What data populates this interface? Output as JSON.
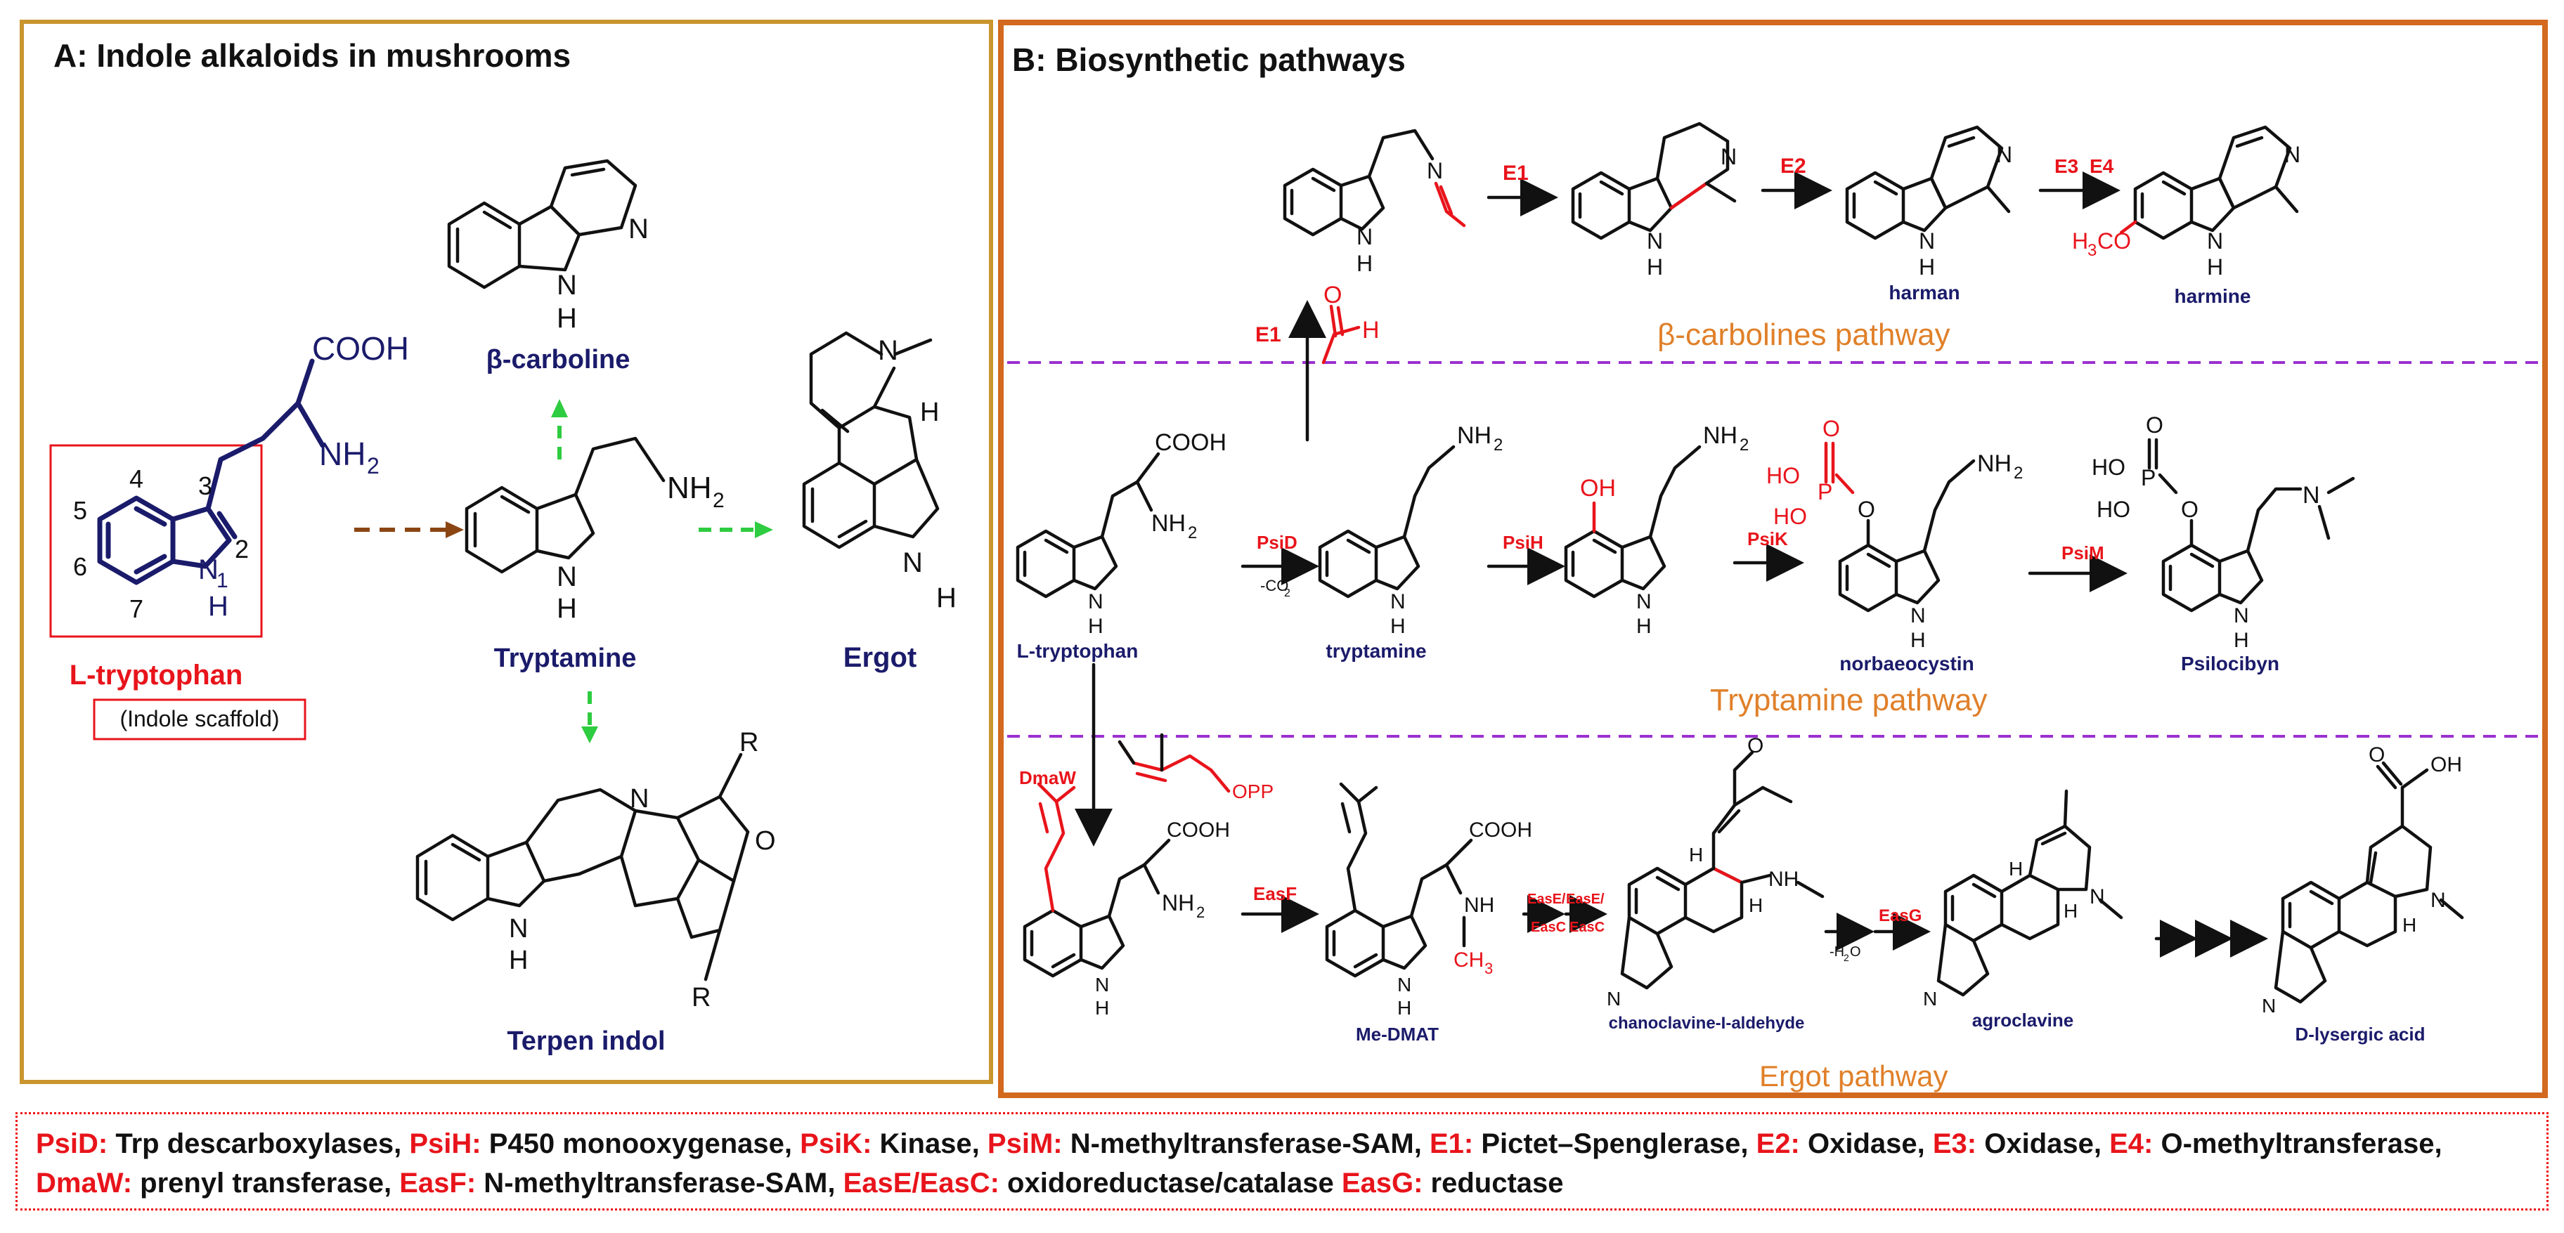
{
  "panelA": {
    "title": "A: Indole alkaloids in mushrooms",
    "atoms": {
      "cooh": "COOH",
      "nh2": "NH",
      "nh2_sub": "2",
      "n1": "N",
      "n1_idx": "1",
      "h": "H",
      "pos2": "2",
      "pos3": "3",
      "pos4": "4",
      "pos5": "5",
      "pos6": "6",
      "pos7": "7",
      "n": "N",
      "r": "R",
      "o": "O"
    },
    "labels": {
      "ltryptophan": "L-tryptophan",
      "scaffold": "(Indole scaffold)",
      "betacarboline": "β-carboline",
      "tryptamine": "Tryptamine",
      "ergot": "Ergot",
      "terpen": "Terpen indol"
    }
  },
  "panelB": {
    "title": "B: Biosynthetic pathways",
    "sections": {
      "beta": "β-carbolines pathway",
      "tryptamine": "Tryptamine pathway",
      "ergot": "Ergot pathway"
    },
    "compounds": {
      "harman": "harman",
      "harmine": "harmine",
      "ltryptophan": "L-tryptophan",
      "tryptamine": "tryptamine",
      "norbaeocystin": "norbaeocystin",
      "psilocibyn": "Psilocibyn",
      "medmat": "Me-DMAT",
      "chanoclavine": "chanoclavine-I-aldehyde",
      "agroclavine": "agroclavine",
      "lysergic": "D-lysergic acid"
    },
    "enzymes": {
      "e1": "E1",
      "e2": "E2",
      "e3": "E3",
      "e4": "E4",
      "psid": "PsiD",
      "co2": "-CO",
      "co2_sub": "2",
      "psih": "PsiH",
      "psik": "PsiK",
      "psim": "PsiM",
      "dmaw": "DmaW",
      "easf": "EasF",
      "ease1": "EasE/",
      "easc1": "EasC",
      "ease2": "EasE/",
      "easc2": "EasC",
      "h2o": "-H",
      "h2o_sub": "2",
      "h2o_end": "O",
      "easg": "EasG"
    },
    "atoms": {
      "h": "H",
      "n": "N",
      "o": "O",
      "oh": "OH",
      "cooh": "COOH",
      "nh2": "NH",
      "sub2": "2",
      "nh": "NH",
      "ch3": "CH",
      "ch3_sub": "3",
      "h3co": "H",
      "h3co_sub": "3",
      "h3co_end": "CO",
      "ho": "HO",
      "p": "P",
      "opp": "OPP"
    }
  },
  "legend": {
    "items": [
      {
        "key": "PsiD:",
        "desc": " Trp descarboxylases, "
      },
      {
        "key": "PsiH:",
        "desc": " P450 monooxygenase, "
      },
      {
        "key": "PsiK:",
        "desc": " Kinase, "
      },
      {
        "key": "PsiM:",
        "desc": " N-methyltransferase-SAM, "
      },
      {
        "key": "E1:",
        "desc": " Pictet–Spenglerase, "
      },
      {
        "key": "E2:",
        "desc": " Oxidase, "
      },
      {
        "key": "E3:",
        "desc": " Oxidase, "
      },
      {
        "key": "E4:",
        "desc": " O-methyltransferase, "
      },
      {
        "key": "DmaW:",
        "desc": " prenyl transferase, "
      },
      {
        "key": "EasF:",
        "desc": " N-methyltransferase-SAM, "
      },
      {
        "key": "EasE/EasC:",
        "desc": " oxidoreductase/catalase "
      },
      {
        "key": "EasG:",
        "desc": " reductase"
      }
    ]
  },
  "colors": {
    "panelA_border": "#c9952e",
    "panelB_border": "#d2691e",
    "red": "#e8141b",
    "navy": "#1b1b6b",
    "green_arrow": "#2ecc40",
    "brown_arrow": "#8b4513",
    "section_text": "#e0802a",
    "divider": "#9b30d0"
  }
}
